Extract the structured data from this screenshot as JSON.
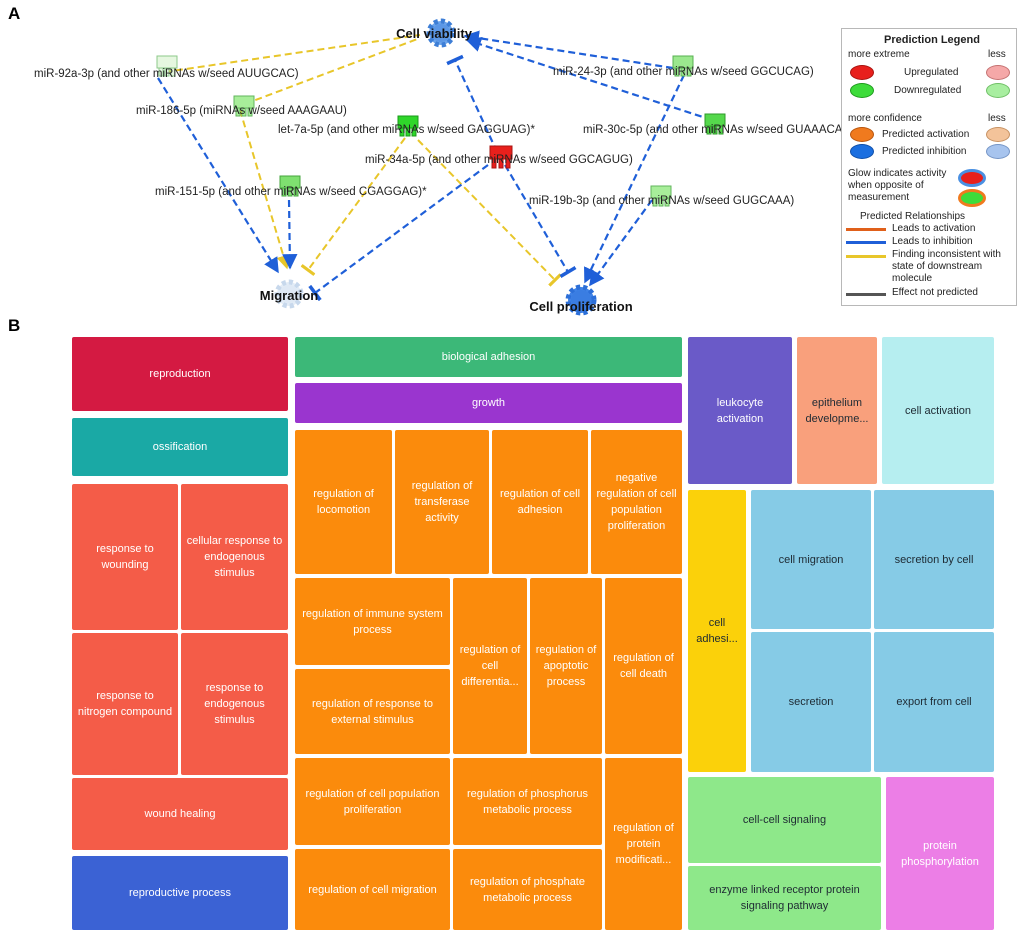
{
  "panels": {
    "a": "A",
    "b": "B"
  },
  "network": {
    "targets": {
      "cell_viability": "Cell viability",
      "migration": "Migration",
      "cell_proliferation": "Cell proliferation"
    },
    "mirnas": {
      "mir92a": "miR-92a-3p (and other miRNAs w/seed AUUGCAC)",
      "mir186": "miR-186-5p (miRNAs w/seed AAAGAAU)",
      "let7a": "let-7a-5p (and other miRNAs w/seed GAGGUAG)*",
      "mir34a": "miR-34a-5p (and other miRNAs w/seed GGCAGUG)",
      "mir151": "miR-151-5p (and other miRNAs w/seed CGAGGAG)*",
      "mir24": "miR-24-3p (and other miRNAs w/seed GGCUCAG)",
      "mir30c": "miR-30c-5p (and other miRNAs w/seed GUAAACA)",
      "mir19b": "miR-19b-3p (and other miRNAs w/seed GUGCAAA)"
    }
  },
  "legend": {
    "title": "Prediction Legend",
    "more_extreme": "more extreme",
    "less": "less",
    "upregulated": "Upregulated",
    "downregulated": "Downregulated",
    "more_confidence": "more confidence",
    "less2": "less",
    "predicted_activation": "Predicted activation",
    "predicted_inhibition": "Predicted inhibition",
    "glow_line1": "Glow indicates activity",
    "glow_line2": "when opposite of",
    "glow_line3": "measurement",
    "relationships_title": "Predicted Relationships",
    "leads_activation": "Leads to activation",
    "leads_inhibition": "Leads to inhibition",
    "inconsistent_line1": "Finding inconsistent with",
    "inconsistent_line2": "state of downstream",
    "inconsistent_line3": "molecule",
    "not_predicted": "Effect not predicted"
  },
  "colors": {
    "up_strong": "#e8201c",
    "up_light": "#f5a8a8",
    "down_strong": "#3ddc3a",
    "down_light": "#a8eea0",
    "activation_strong": "#f07a1e",
    "activation_light": "#f3c39a",
    "inhibition_strong": "#1b6fe0",
    "inhibition_light": "#a7c4ee",
    "leads_activation": "#e0601a",
    "leads_inhibition": "#1f5fd8",
    "inconsistent": "#e8c62a",
    "not_predicted": "#555555"
  },
  "treemap": {
    "reproduction": "reproduction",
    "ossification": "ossification",
    "response_wounding": "response to wounding",
    "cellular_response": "cellular response to endogenous stimulus",
    "response_nitrogen": "response to nitrogen compound",
    "response_endogenous": "response to endogenous stimulus",
    "wound_healing": "wound healing",
    "reproductive_process": "reproductive process",
    "biological_adhesion": "biological adhesion",
    "growth": "growth",
    "reg_locomotion": "regulation of locomotion",
    "reg_transferase": "regulation of transferase activity",
    "reg_cell_adhesion": "regulation of cell adhesion",
    "neg_reg_prolif": "negative regulation of cell population proliferation",
    "reg_immune": "regulation of immune system process",
    "reg_cell_diff": "regulation of cell differentia...",
    "reg_apoptotic": "regulation of apoptotic process",
    "reg_cell_death": "regulation of cell death",
    "reg_response_ext": "regulation of response to external stimulus",
    "reg_cell_pop_prolif": "regulation of cell population proliferation",
    "reg_phosphorus": "regulation of phosphorus metabolic process",
    "reg_protein_mod": "regulation of protein modificati...",
    "reg_cell_migration": "regulation of cell migration",
    "reg_phosphate": "regulation of phosphate metabolic process",
    "leukocyte_activation": "leukocyte activation",
    "epithelium_dev": "epithelium developme...",
    "cell_activation": "cell activation",
    "cell_adhesion": "cell adhesi...",
    "cell_migration": "cell migration",
    "secretion_by_cell": "secretion by cell",
    "secretion": "secretion",
    "export_from_cell": "export from cell",
    "cell_cell_signaling": "cell-cell signaling",
    "enzyme_linked": "enzyme linked receptor protein signaling pathway",
    "protein_phosphorylation": "protein phosphorylation"
  }
}
